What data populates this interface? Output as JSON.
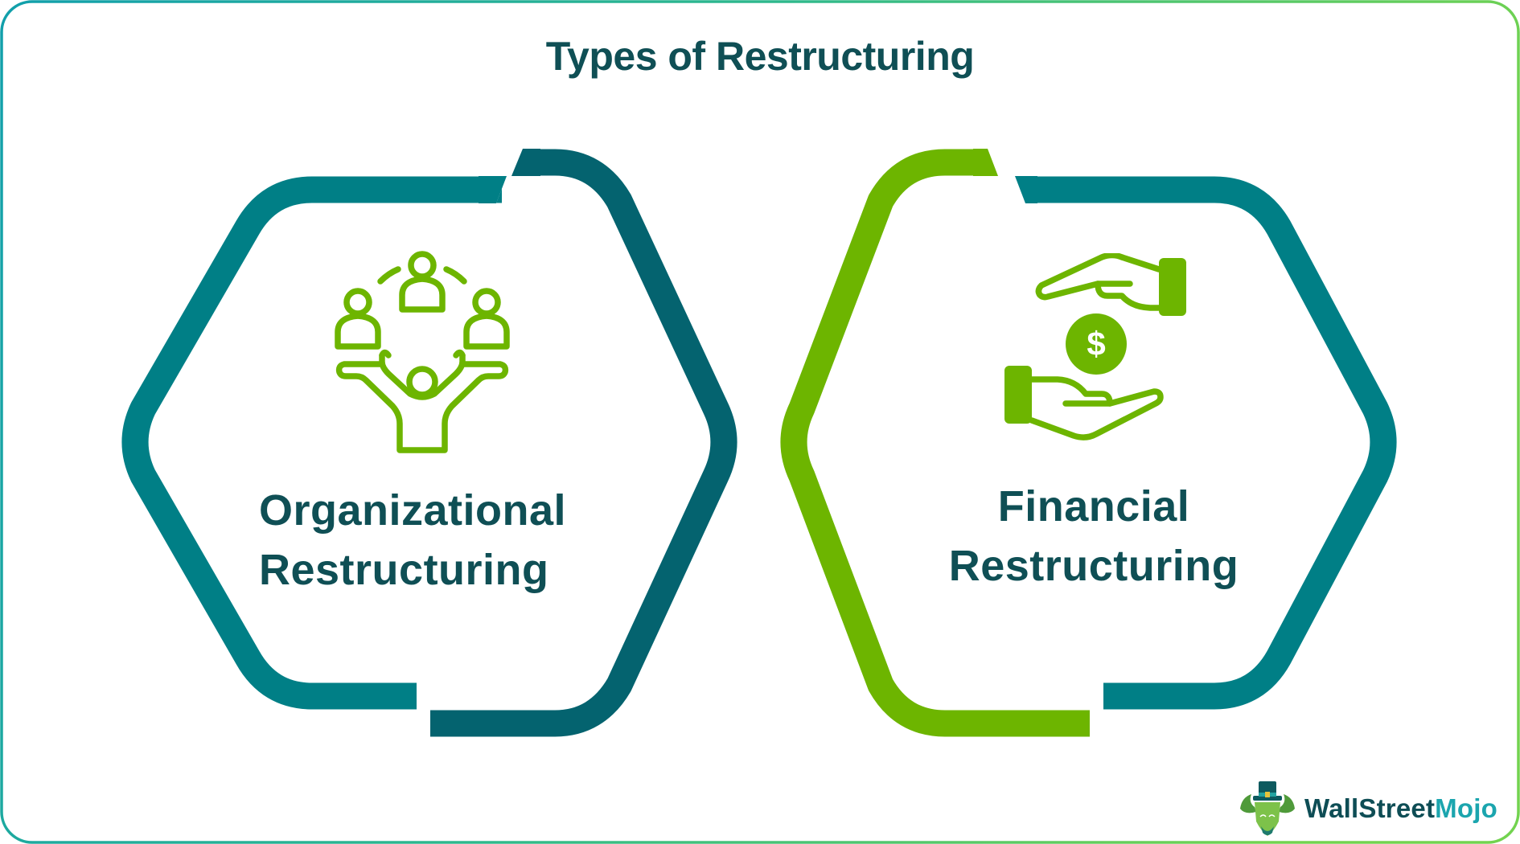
{
  "title": "Types of Restructuring",
  "cards": [
    {
      "id": "organizational",
      "label_line1": "Organizational",
      "label_line2": "Restructuring",
      "icon": "team-juggling-people-icon",
      "outline_colors": [
        "#007f86",
        "#04636f"
      ]
    },
    {
      "id": "financial",
      "label_line1": "Financial",
      "label_line2": "Restructuring",
      "icon": "hands-giving-dollar-coin-icon",
      "outline_colors": [
        "#6db500",
        "#007f86"
      ]
    }
  ],
  "logo": {
    "part1": "WallStreet",
    "part2": "Mojo",
    "icon": "bull-with-top-hat-icon"
  },
  "colors": {
    "title_text": "#0f4f55",
    "teal": "#007f86",
    "dark_teal": "#04636f",
    "green": "#6db500",
    "icon_green": "#6db500",
    "border_gradient_start": "#119fab",
    "border_gradient_end": "#72d34f"
  }
}
